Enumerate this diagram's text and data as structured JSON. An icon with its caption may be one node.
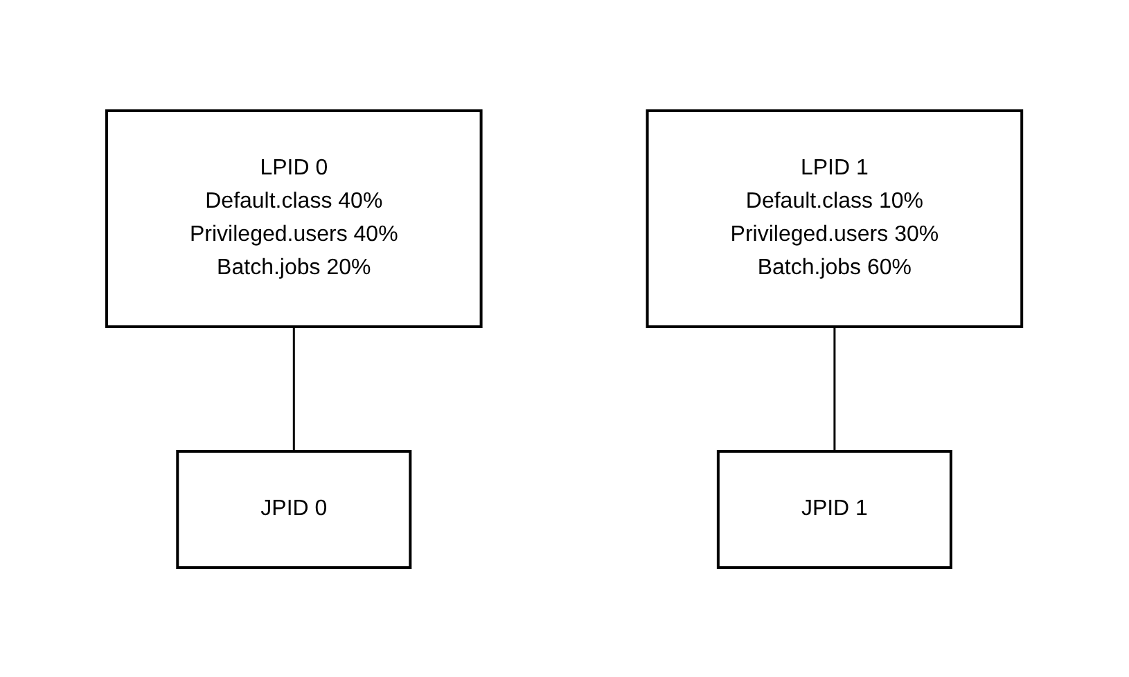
{
  "diagram": {
    "nodes": [
      {
        "text": [
          "LPID 0",
          "Default.class 40%",
          "Privileged.users 40%",
          "Batch.jobs 20%"
        ]
      },
      {
        "text": [
          "JPID 0"
        ]
      },
      {
        "text": [
          "LPID 1",
          "Default.class 10%",
          "Privileged.users 30%",
          "Batch.jobs 60%"
        ]
      },
      {
        "text": [
          "JPID 1"
        ]
      }
    ],
    "edges": [
      {
        "from": 0,
        "to": 1,
        "arrow": "none"
      },
      {
        "from": 2,
        "to": 3,
        "arrow": "none"
      }
    ]
  }
}
